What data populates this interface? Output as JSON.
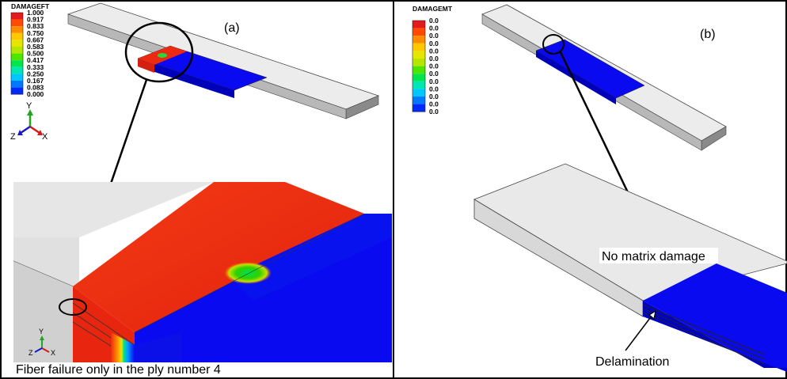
{
  "panel_a": {
    "label": "(a)",
    "legend": {
      "title": "DAMAGEFT",
      "values": [
        "1.000",
        "0.917",
        "0.833",
        "0.750",
        "0.667",
        "0.583",
        "0.500",
        "0.417",
        "0.333",
        "0.250",
        "0.167",
        "0.083",
        "0.000"
      ]
    },
    "axes": {
      "y": "Y",
      "z": "Z",
      "x": "X"
    },
    "caption": "Fiber failure only in the ply number 4"
  },
  "panel_b": {
    "label": "(b)",
    "legend": {
      "title": "DAMAGEMT",
      "values": [
        "0.0",
        "0.0",
        "0.0",
        "0.0",
        "0.0",
        "0.0",
        "0.0",
        "0.0",
        "0.0",
        "0.0",
        "0.0",
        "0.0",
        "0.0"
      ]
    },
    "annotations": {
      "no_matrix_damage": "No matrix damage",
      "delamination": "Delamination"
    }
  },
  "colors": {
    "legend_scale": [
      "#e41a1c",
      "#ff4a00",
      "#ff8c00",
      "#ffc800",
      "#e6e600",
      "#b4e600",
      "#4ce600",
      "#00e64c",
      "#00e6b4",
      "#00c8ff",
      "#0078ff",
      "#0028ff",
      "#0000e6"
    ],
    "fiber_failed": "#ec2a12",
    "undamaged": "#0a0af0",
    "grip_region": "#e2e2e2"
  }
}
